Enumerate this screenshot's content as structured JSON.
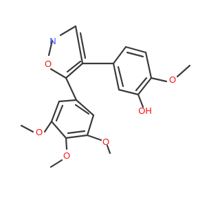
{
  "atoms": {
    "n": "N",
    "o_ring": "O",
    "oh": "OH",
    "ome_right": "O",
    "ome_left": "O",
    "ome_mid": "O",
    "ome_low": "O"
  },
  "colors": {
    "bond": "#3a3a3a",
    "oxygen": "#ff0d0d",
    "nitrogen": "#3050f8",
    "background": "#ffffff"
  }
}
